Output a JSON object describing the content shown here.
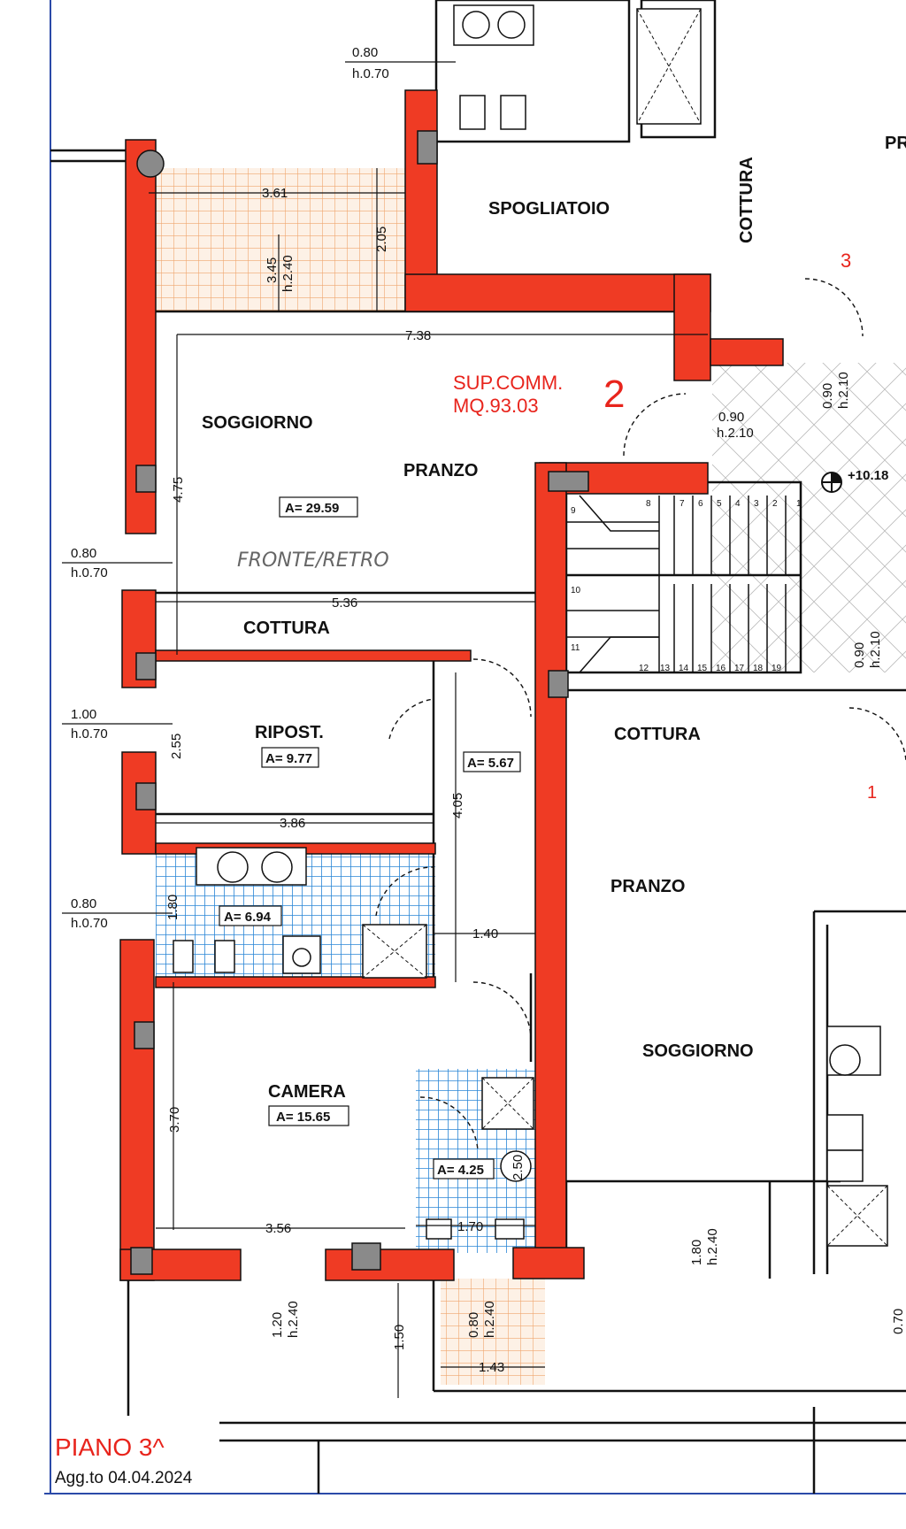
{
  "rooms": {
    "spogliatoio": "SPOGLIATOIO",
    "soggiorno_top": "SOGGIORNO",
    "pranzo_top": "PRANZO",
    "cottura_top": "COTTURA",
    "ripost": "RIPOST.",
    "camera": "CAMERA",
    "cottura_right_vertical": "COTTURA",
    "cottura_right": "COTTURA",
    "pranzo_right": "PRANZO",
    "soggiorno_right": "SOGGIORNO",
    "cut_label": "PR"
  },
  "areas": {
    "soggiorno": "A= 29.59",
    "ripost": "A= 9.77",
    "corridor": "A= 5.67",
    "bath_big": "A= 6.94",
    "camera": "A= 15.65",
    "bath_small": "A= 4.25"
  },
  "dimensions": {
    "terrace_w": "3.61",
    "terrace_h": "2.05",
    "window_345": "3.45",
    "window_345_h": "h.2.40",
    "living_w": "7.38",
    "living_h": "4.75",
    "kitchen_w": "5.36",
    "ripost_h": "2.55",
    "ripost_w": "3.86",
    "corridor_h": "4.05",
    "bath_h": "1.80",
    "corridor_w": "1.40",
    "camera_h": "3.70",
    "camera_w": "3.56",
    "small_bath_w": "1.70",
    "small_bath_h": "2.50",
    "bottom_120": "1.20",
    "bottom_120_h": "h.2.40",
    "bottom_150": "1.50",
    "bottom_080": "0.80",
    "bottom_080_h": "h.2.40",
    "balcony_w": "1.43",
    "right_180": "1.80",
    "right_180_h": "h.2.40",
    "right_070": "0.70",
    "entry_090_a": "0.90",
    "entry_090_a_h": "h.2.10",
    "door_090_b": "0.90",
    "door_090_b_h": "h.2.10",
    "door_090_c": "0.90",
    "door_090_c_h": "h.2.10",
    "level": "+10.18",
    "top_080": "0.80",
    "top_080_h": "h.0.70"
  },
  "windows_left": [
    {
      "w": "0.80",
      "h": "h.0.70"
    },
    {
      "w": "1.00",
      "h": "h.0.70"
    },
    {
      "w": "0.80",
      "h": "h.0.70"
    }
  ],
  "stairs": [
    "1",
    "2",
    "3",
    "4",
    "5",
    "6",
    "7",
    "8",
    "9",
    "10",
    "11",
    "12",
    "13",
    "14",
    "15",
    "16",
    "17",
    "18",
    "19"
  ],
  "sup_comm": {
    "line1": "SUP.COMM.",
    "line2": "MQ.93.03",
    "unit": "2"
  },
  "unit_numbers": {
    "top_right": "3",
    "mid_right": "1"
  },
  "handwritten": "FRONTE/RETRO",
  "footer": {
    "floor": "PIANO 3^",
    "updated": "Agg.to 04.04.2024"
  },
  "colors": {
    "wall": "#ef3b24",
    "tile_blue": "#2a86d6",
    "tile_orange": "#f0a66e",
    "accent_red": "#e8241c"
  }
}
